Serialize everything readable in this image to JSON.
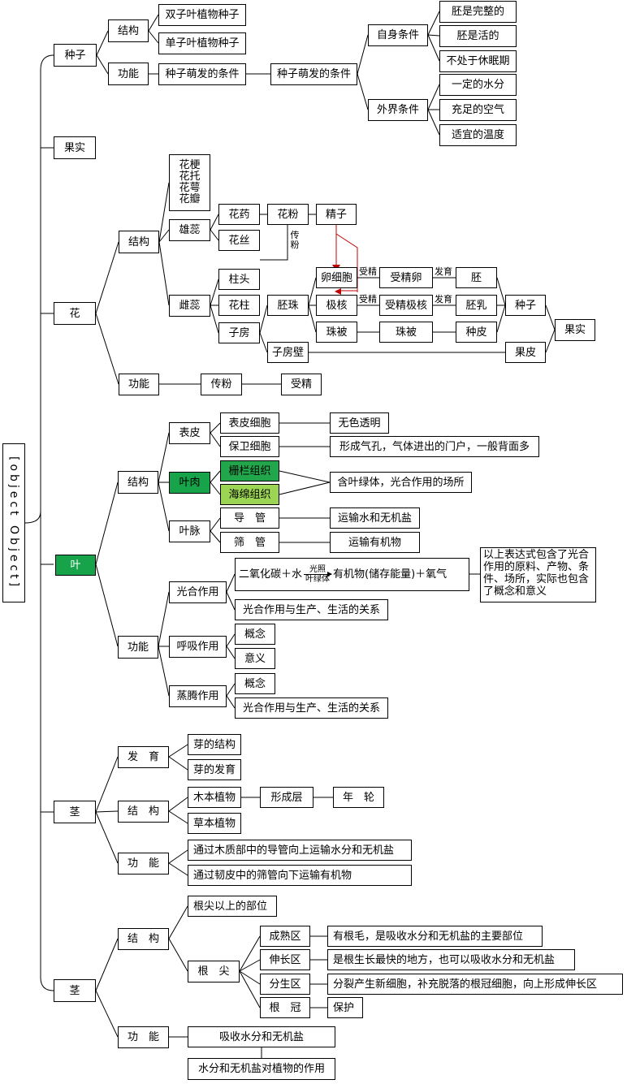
{
  "root": {
    "title": "茎",
    "structure": "结　构",
    "above_tip": "根尖以上的部位",
    "tip": "根　尖",
    "mature": "成熟区",
    "mature_desc": "有根毛，是吸收水分和无机盐的主要部位",
    "elong": "伸长区",
    "elong_desc": "是根生长最快的地方，也可以吸收水分和无机盐",
    "merist": "分生区",
    "merist_desc": "分裂产生新细胞，补充脱落的根冠细胞，向上形成伸长区",
    "cap": "根　冠",
    "cap_desc": "保护",
    "function": "功　能",
    "absorb": "吸收水分和无机盐",
    "role": "水分和无机盐对植物的作用"
  },
  "seed": {
    "title": "种子",
    "structure": "结构",
    "dicot": "双子叶植物种子",
    "monocot": "单子叶植物种子",
    "function": "功能",
    "germ_cond": "种子萌发的条件",
    "germ_cond2": "种子萌发的条件",
    "internal": "自身条件",
    "internal_1": "胚是完整的",
    "internal_2": "胚是活的",
    "internal_3": "不处于休眠期",
    "external": "外界条件",
    "external_1": "一定的水分",
    "external_2": "充足的空气",
    "external_3": "适宜的温度"
  },
  "fruit": {
    "title": "果实"
  },
  "flower": {
    "title": "花",
    "structure": "结构",
    "parts": [
      "花梗",
      "花托",
      "花萼",
      "花瓣"
    ],
    "stamen": "雄蕊",
    "anther": "花药",
    "filament": "花丝",
    "pollen": "花粉",
    "sperm": "精子",
    "pollination_label": [
      "传",
      "粉"
    ],
    "pistil": "雌蕊",
    "stigma": "柱头",
    "style": "花柱",
    "ovary": "子房",
    "ovule": "胚珠",
    "egg": "卵细胞",
    "polar": "极核",
    "integument": "珠被",
    "ovary_wall": "子房壁",
    "fert_label_1": "受精",
    "fert_label_2": "受精",
    "dev_label_1": "发育",
    "dev_label_2": "发育",
    "zygote": "受精卵",
    "fert_polar": "受精极核",
    "integument2": "珠被",
    "embryo": "胚",
    "endosperm": "胚乳",
    "seed_coat": "种皮",
    "seed": "种子",
    "pericarp": "果皮",
    "fruit": "果实",
    "function": "功能",
    "pollination": "传粉",
    "fertilization": "受精"
  },
  "leaf": {
    "title": "叶",
    "structure": "结构",
    "epidermis": "表皮",
    "epi_cell": "表皮细胞",
    "epi_cell_desc": "无色透明",
    "guard_cell": "保卫细胞",
    "guard_cell_desc": "形成气孔，气体进出的门户，一般背面多",
    "mesophyll": "叶肉",
    "palisade": "栅栏组织",
    "spongy": "海绵组织",
    "mesophyll_desc": "含叶绿体，光合作用的场所",
    "vein": "叶脉",
    "vessel": "导　管",
    "vessel_desc": "运输水和无机盐",
    "sieve": "筛　管",
    "sieve_desc": "运输有机物",
    "function": "功能",
    "photo": "光合作用",
    "formula_left": "二氧化碳＋水",
    "formula_top": "光照",
    "formula_bottom": "叶绿体",
    "formula_right": "有机物(储存能量)＋氧气",
    "formula_note": "以上表达式包含了光合作用的原料、产物、条件、场所，实际也包含了概念和意义",
    "photo_rel": "光合作用与生产、生活的关系",
    "resp": "呼吸作用",
    "resp_concept": "概念",
    "resp_meaning": "意义",
    "transp": "蒸腾作用",
    "transp_concept": "概念",
    "transp_rel": "光合作用与生产、生活的关系"
  },
  "stem": {
    "title": "茎",
    "dev": "发　育",
    "bud_struct": "芽的结构",
    "bud_dev": "芽的发育",
    "structure": "结　构",
    "woody": "木本植物",
    "cambium": "形成层",
    "rings": "年　轮",
    "herb": "草本植物",
    "function": "功　能",
    "func_1": "通过木质部中的导管向上运输水分和无机盐",
    "func_2": "通过韧皮中的筛管向下运输有机物"
  },
  "colors": {
    "leaf_green": "#16a34a",
    "palisade_green": "#22a64b",
    "spongy_green": "#9cd454",
    "arrow_red": "#c00000"
  }
}
